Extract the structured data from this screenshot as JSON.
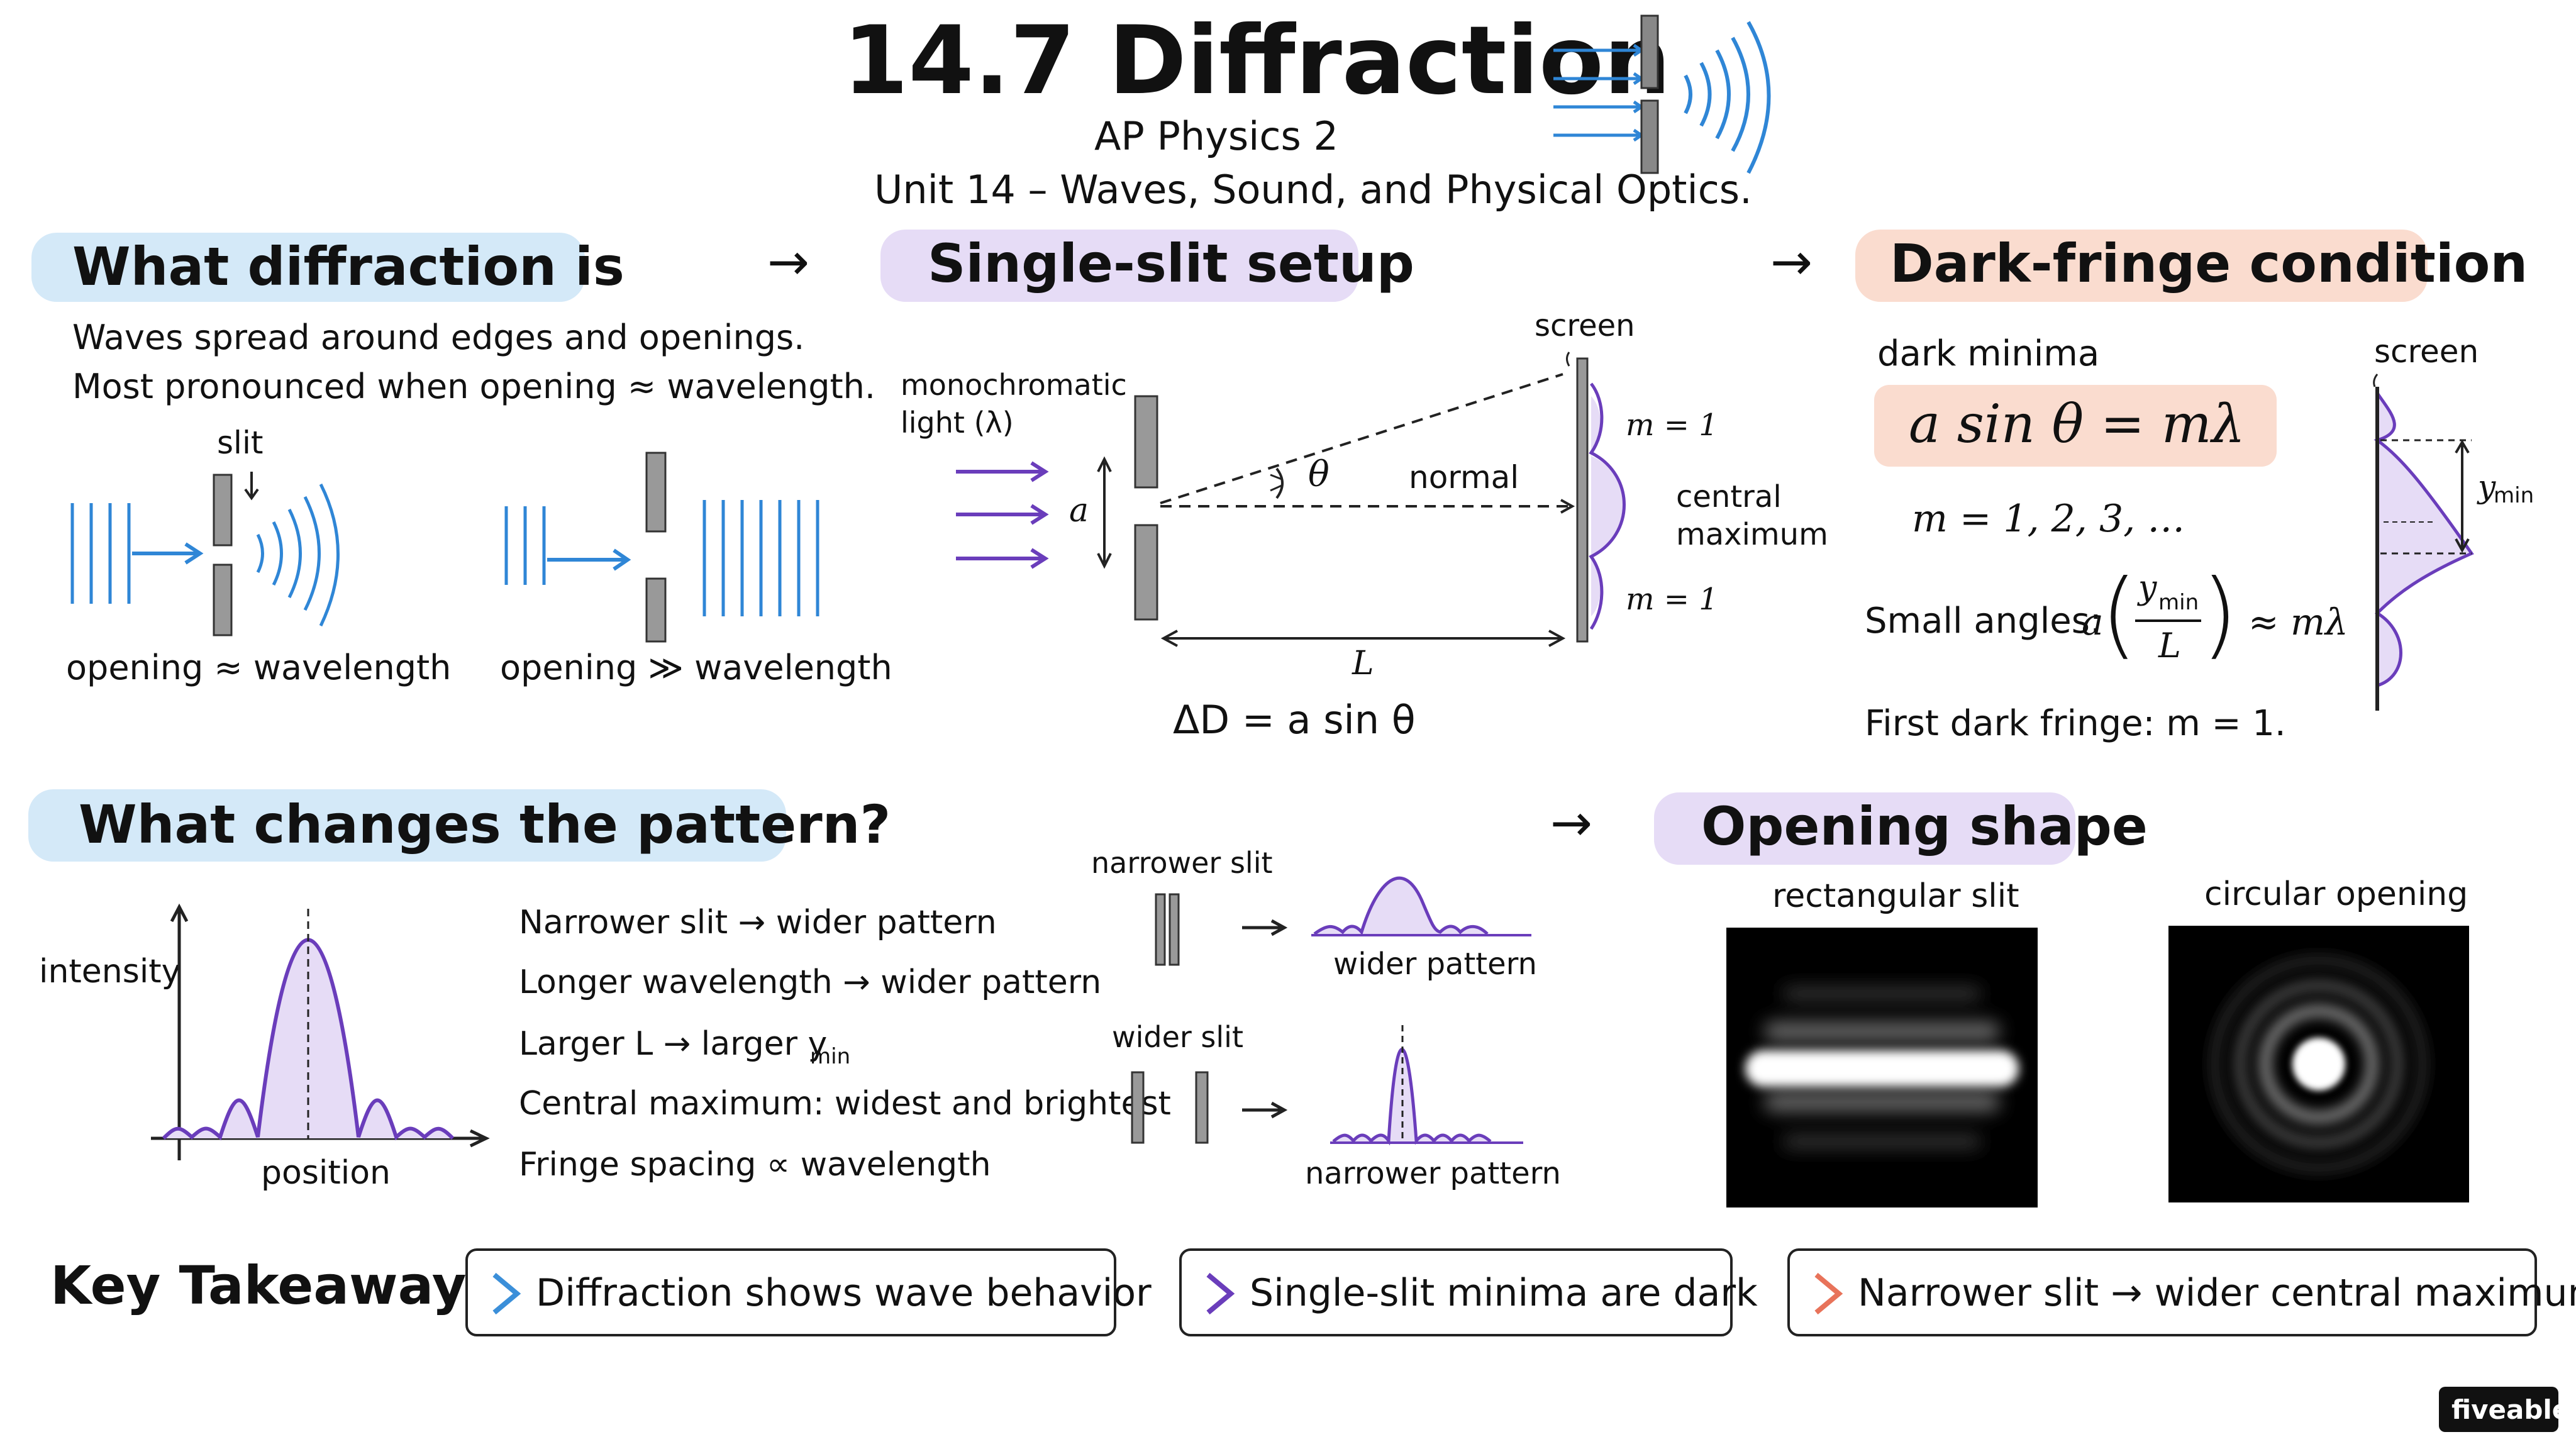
{
  "header": {
    "title": "14.7 Diffraction",
    "subtitle": "AP Physics 2",
    "unit": "Unit 14 – Waves, Sound, and Physical Optics."
  },
  "sections": {
    "what_is": {
      "heading": "What diffraction is",
      "line1": "Waves spread around edges and openings.",
      "line2": "Most pronounced when opening ≈ wavelength.",
      "slit_label": "slit",
      "caption_left": "opening ≈ wavelength",
      "caption_right": "opening ≫ wavelength"
    },
    "single_slit": {
      "heading": "Single-slit setup",
      "light_label_1": "monochromatic",
      "light_label_2": "light (λ)",
      "a_label": "a",
      "theta_label": "θ",
      "normal_label": "normal",
      "screen_label": "screen",
      "m_top": "m = 1",
      "m_bottom": "m = 1",
      "central_1": "central",
      "central_2": "maximum",
      "L_label": "L",
      "path_diff": "ΔD = a sin θ"
    },
    "dark_fringe": {
      "heading": "Dark-fringe condition",
      "sub": "dark minima",
      "formula": "a sin θ = mλ",
      "m_values": "m = 1, 2, 3, …",
      "small_prefix": "Small angles:",
      "small_a": "a",
      "small_num": "y",
      "small_num_sub": "min",
      "small_den": "L",
      "small_rhs": "≈ mλ",
      "first_dark": "First dark fringe: m = 1.",
      "screen_label": "screen",
      "ymin_label": "y",
      "ymin_sub": "min"
    },
    "changes": {
      "heading": "What changes the pattern?",
      "y_axis": "intensity",
      "x_axis": "position",
      "items": [
        "Narrower slit → wider pattern",
        "Longer wavelength → wider pattern",
        "Larger L → larger y",
        "Central maximum: widest and brightest",
        "Fringe spacing ∝ wavelength"
      ],
      "larger_L_sub": "min",
      "narrower_slit": "narrower slit",
      "wider_pattern": "wider pattern",
      "wider_slit": "wider slit",
      "narrower_pattern": "narrower pattern"
    },
    "opening_shape": {
      "heading": "Opening shape",
      "rect_label": "rectangular slit",
      "circ_label": "circular opening"
    }
  },
  "takeaways": {
    "label": "Key Takeaways:",
    "items": [
      {
        "text": "Diffraction shows wave behavior",
        "color": "#3b8fd9"
      },
      {
        "text": "Single-slit minima are dark",
        "color": "#6a3dbb"
      },
      {
        "text": "Narrower slit → wider central maximum",
        "color": "#e8735a"
      }
    ]
  },
  "arrows": {
    "symbol": "→"
  },
  "brand": "fiveable",
  "colors": {
    "blue_highlight": "#d4e9f8",
    "purple_highlight": "#e6dcf6",
    "peach_highlight": "#fadccf",
    "wave_blue": "#2f86d6",
    "purple": "#6a3dbb"
  }
}
